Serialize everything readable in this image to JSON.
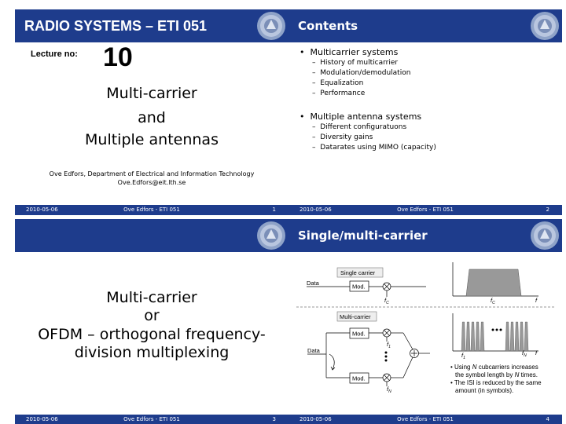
{
  "footer": {
    "date": "2010-05-06",
    "author": "Ove Edfors - ETI 051"
  },
  "slide1": {
    "title": "RADIO SYSTEMS – ETI 051",
    "lecture_label": "Lecture no:",
    "lecture_number": "10",
    "title_lines": [
      "Multi-carrier",
      "and",
      "Multiple antennas"
    ],
    "author_line1": "Ove Edfors, Department of Electrical and Information Technology",
    "author_line2": "Ove.Edfors@eit.lth.se",
    "page": "1"
  },
  "slide2": {
    "title": "Contents",
    "sections": [
      {
        "bullet": "Multicarrier systems",
        "items": [
          "History of multicarrier",
          "Modulation/demodulation",
          "Equalization",
          "Performance"
        ]
      },
      {
        "bullet": "Multiple antenna systems",
        "items": [
          "Different configuratuons",
          "Diversity gains",
          "Datarates using MIMO (capacity)"
        ]
      }
    ],
    "page": "2"
  },
  "slide3": {
    "title": "",
    "lines": [
      "Multi-carrier",
      "or",
      "OFDM – orthogonal frequency-",
      "division multiplexing"
    ],
    "page": "3"
  },
  "slide4": {
    "title": "Single/multi-carrier",
    "diagram": {
      "single_label": "Single carrier",
      "multi_label": "Multi-carrier",
      "data": "Data",
      "mod": "Mod.",
      "fc": "f",
      "fc_sub": "C",
      "f": "f",
      "f1": "f",
      "f1_sub": "1",
      "fn": "f",
      "fn_sub": "N"
    },
    "notes": [
      {
        "pre": "• Using ",
        "em": "N",
        "post": " cubcarriers increases"
      },
      {
        "pre": "the symbol length by ",
        "em": "N",
        "post": " times."
      },
      {
        "pre": "• The ISI is reduced by the same",
        "em": "",
        "post": ""
      },
      {
        "pre": "amount (in symbols).",
        "em": "",
        "post": ""
      }
    ],
    "page": "4"
  }
}
